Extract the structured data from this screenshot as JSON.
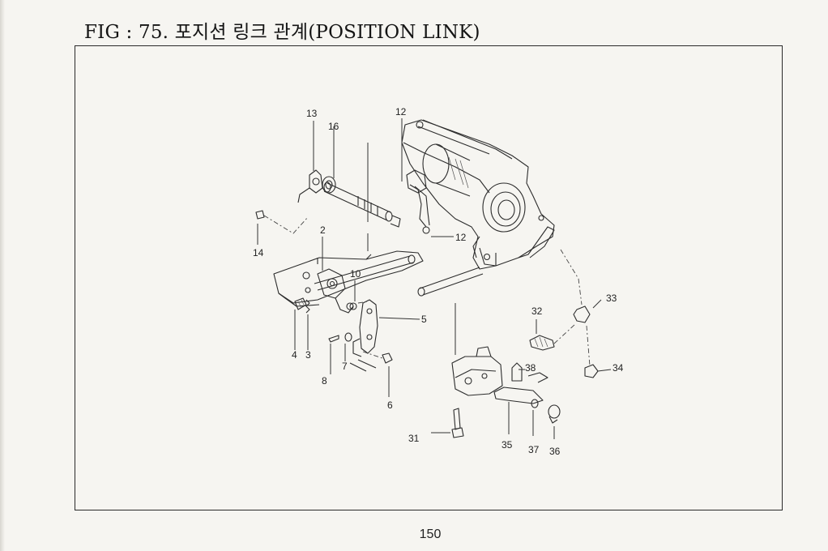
{
  "header": {
    "title": "FIG : 75. 포지션 링크 관계(POSITION LINK)"
  },
  "diagram": {
    "callouts": [
      "13",
      "16",
      "12",
      "12",
      "14",
      "2",
      "10",
      "5",
      "4",
      "3",
      "7",
      "8",
      "6",
      "33",
      "32",
      "38",
      "34",
      "31",
      "35",
      "37",
      "36"
    ]
  },
  "footer": {
    "page_number": "150"
  }
}
